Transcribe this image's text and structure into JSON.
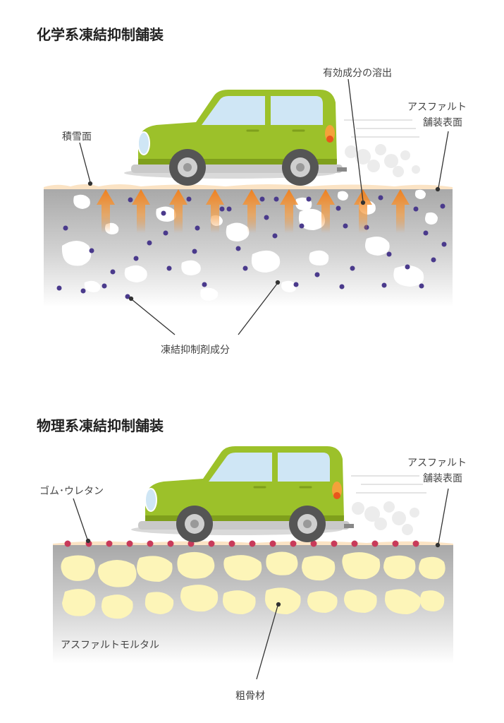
{
  "chemical": {
    "title": "化学系凍結抑制舗装",
    "label_snow": "積雪面",
    "label_release": "有効成分の溶出",
    "label_surface_line1": "アスファルト",
    "label_surface_line2": "舗装表面",
    "label_agent": "凍結抑制剤成分"
  },
  "physical": {
    "title": "物理系凍結抑制舗装",
    "label_rubber": "ゴム･ウレタン",
    "label_surface_line1": "アスファルト",
    "label_surface_line2": "舗装表面",
    "label_mortar": "アスファルトモルタル",
    "label_aggregate": "粗骨材"
  },
  "colors": {
    "car_body": "#9cc12a",
    "car_window": "#cfe6f5",
    "arrow": "#f28c28",
    "agent_dot": "#4a3a8c",
    "rubber_dot": "#c83a5a",
    "aggregate": "#fdf5b8",
    "snow": "#fbe3c4"
  }
}
